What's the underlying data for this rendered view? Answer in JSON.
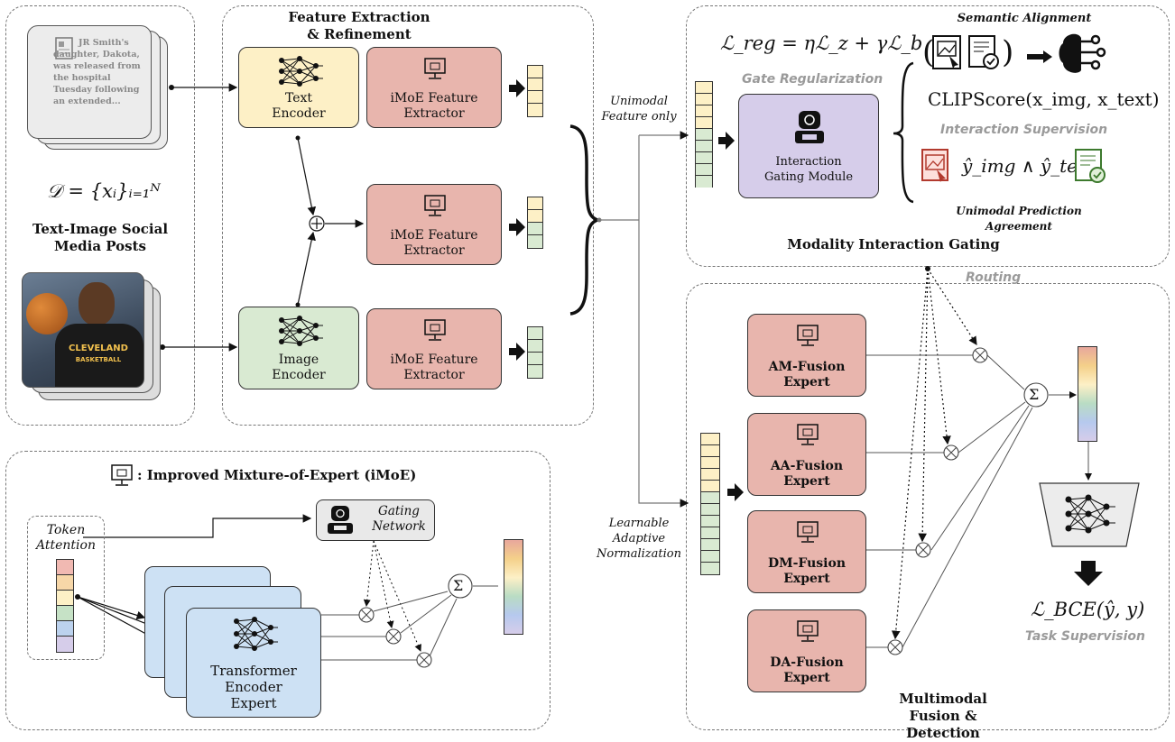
{
  "input": {
    "post_text": "JR Smith's daughter, Dakota, was released from the hospital Tuesday following an extended...",
    "dataset_formula": "𝒟 = {xᵢ}ᵢ₌₁ᴺ",
    "title": "Text-Image Social Media Posts",
    "photo_jersey": "CLEVELAND",
    "photo_jersey_sub": "BASKETBALL"
  },
  "feature": {
    "title": "Feature Extraction & Refinement",
    "text_encoder": "Text Encoder",
    "image_encoder": "Image Encoder",
    "imoe_extractor": "iMoE Feature Extractor"
  },
  "middle": {
    "unimodal": "Unimodal Feature only",
    "learnable": "Learnable Adaptive Normalization"
  },
  "gating": {
    "title": "Modality Interaction Gating",
    "loss_formula": "ℒ_reg = ηℒ_z + γℒ_b",
    "gate_reg": "Gate Regularization",
    "module": "Interaction Gating Module",
    "semantic": "Semantic Alignment",
    "clipscore": "CLIPScore(x_img, x_text)",
    "interaction_sup": "Interaction Supervision",
    "agreement_formula": "ŷ_img ∧ ŷ_text",
    "agreement": "Unimodal Prediction Agreement"
  },
  "routing": "Routing",
  "fusion": {
    "title": "Multimodal Fusion & Detection",
    "experts": [
      "AM-Fusion Expert",
      "AA-Fusion Expert",
      "DM-Fusion Expert",
      "DA-Fusion Expert"
    ],
    "sum": "Σ",
    "bce": "ℒ_BCE(ŷ, y)",
    "task_sup": "Task Supervision"
  },
  "imoe": {
    "title": ": Improved Mixture-of-Expert (iMoE)",
    "token_attention": "Token Attention",
    "gating_network": "Gating Network",
    "expert": "Transformer Encoder Expert",
    "sum": "Σ"
  }
}
